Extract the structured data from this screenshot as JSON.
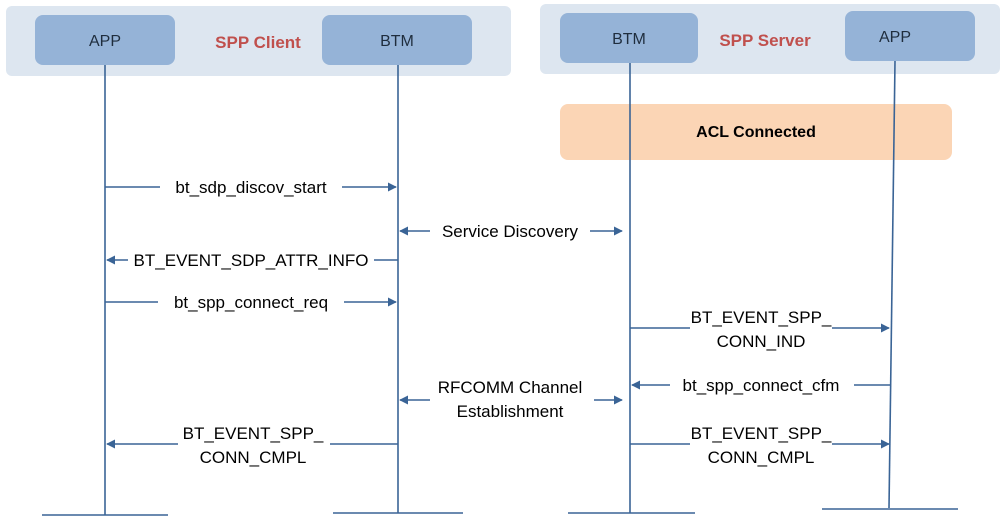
{
  "client": {
    "title": "SPP Client",
    "app_label": "APP",
    "btm_label": "BTM"
  },
  "server": {
    "title": "SPP Server",
    "btm_label": "BTM",
    "app_label": "APP"
  },
  "acl_label": "ACL Connected",
  "messages": {
    "m1": "bt_sdp_discov_start",
    "m2": "Service Discovery",
    "m3": "BT_EVENT_SDP_ATTR_INFO",
    "m4": "bt_spp_connect_req",
    "m5_line1": "BT_EVENT_SPP_",
    "m5_line2": "CONN_IND",
    "m6_line1": "RFCOMM Channel",
    "m6_line2": "Establishment",
    "m7": "bt_spp_connect_cfm",
    "m8_line1": "BT_EVENT_SPP_",
    "m8_line2": "CONN_CMPL",
    "m9_line1": "BT_EVENT_SPP_",
    "m9_line2": "CONN_CMPL"
  },
  "colors": {
    "group_bg": "#dde6f0",
    "actor_box": "#95b3d7",
    "acl_box": "#fbd5b5",
    "line": "#3a6496",
    "title_red": "#c0504d"
  }
}
